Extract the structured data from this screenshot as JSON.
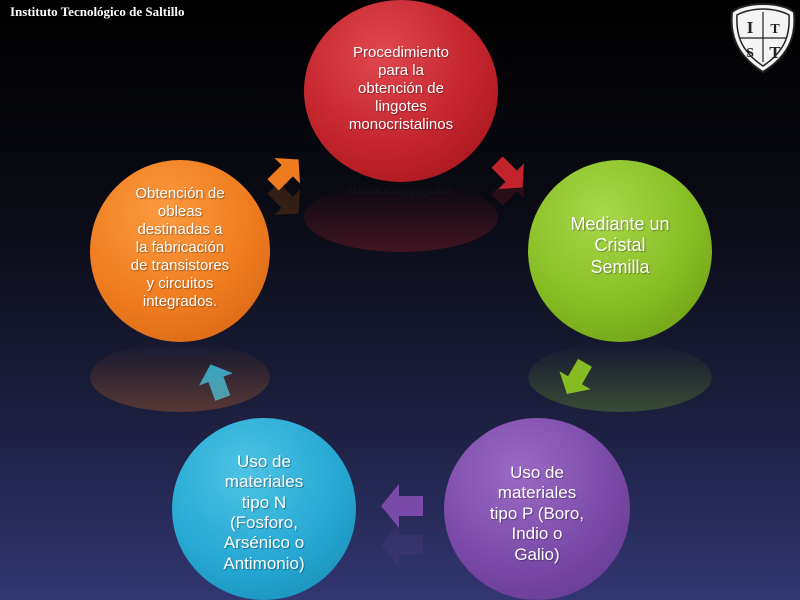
{
  "header": {
    "institution": "Instituto Tecnológico de Saltillo"
  },
  "logo": {
    "icon": "institute-crest-logo",
    "letters": [
      "I",
      "T",
      "S"
    ]
  },
  "diagram": {
    "type": "cycle",
    "nodes": [
      {
        "id": "n1",
        "lines": [
          "Procedimiento",
          "para la",
          "obtención de",
          "lingotes",
          "monocristalinos"
        ],
        "color": "#c2242c"
      },
      {
        "id": "n2",
        "lines": [
          "Mediante un",
          "Cristal",
          "Semilla"
        ],
        "color": "#86bd23"
      },
      {
        "id": "n3",
        "lines": [
          "Uso de",
          "materiales",
          "tipo P (Boro,",
          "Indio o",
          "Galio)"
        ],
        "color": "#7a4aa8"
      },
      {
        "id": "n4",
        "lines": [
          "Uso de",
          "materiales",
          "tipo N",
          "(Fosforo,",
          "Arsénico o",
          "Antimonio)"
        ],
        "color": "#25a8d3"
      },
      {
        "id": "n5",
        "lines": [
          "Obtención de",
          "obleas",
          "destinadas a",
          "la fabricación",
          "de transistores",
          "y circuitos",
          "integrados."
        ],
        "color": "#ef7b1f"
      }
    ],
    "edges": [
      {
        "from": "n1",
        "to": "n2",
        "color": "#c2242c"
      },
      {
        "from": "n2",
        "to": "n3",
        "color": "#86bd23"
      },
      {
        "from": "n3",
        "to": "n4",
        "color": "#7a4aa8"
      },
      {
        "from": "n4",
        "to": "n5",
        "color": "#25a8d3"
      },
      {
        "from": "n5",
        "to": "n1",
        "color": "#ef7b1f"
      }
    ]
  }
}
